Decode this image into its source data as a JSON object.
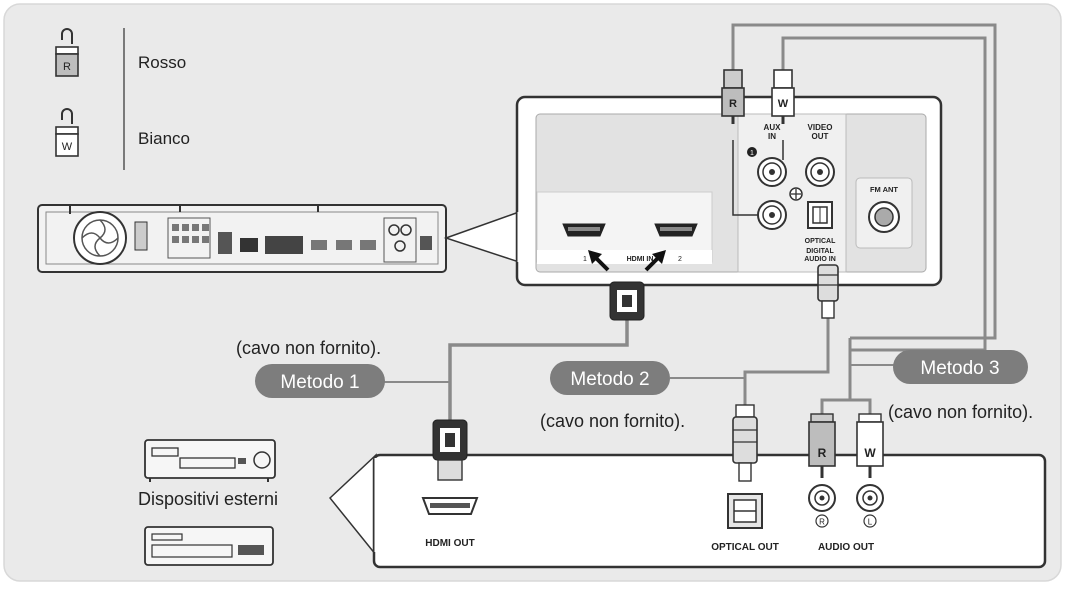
{
  "legend": {
    "red_plug_letter": "R",
    "red_label": "Rosso",
    "white_plug_letter": "W",
    "white_label": "Bianco"
  },
  "back_panel": {
    "aux_label_1": "AUX",
    "aux_label_2": "IN",
    "aux_index": "1",
    "video_label_1": "VIDEO",
    "video_label_2": "OUT",
    "hdmi_in_label": "HDMI IN",
    "hdmi_1_index": "1",
    "hdmi_2_index": "2",
    "optical_label": "OPTICAL",
    "digital_label_1": "DIGITAL",
    "digital_label_2": "AUDIO IN",
    "fm_label": "FM ANT"
  },
  "methods": {
    "method_1": "Metodo 1",
    "method_2": "Metodo 2",
    "method_3": "Metodo 3",
    "note_1": "(cavo non fornito).",
    "note_2": "(cavo non fornito).",
    "note_3": "(cavo non fornito)."
  },
  "external": {
    "label": "Dispositivi esterni",
    "hdmi_out": "HDMI OUT",
    "optical_out": "OPTICAL OUT",
    "audio_out": "AUDIO OUT",
    "jack_r": "R",
    "jack_l": "L"
  },
  "cable_plugs": {
    "top_r": "R",
    "top_w": "W",
    "bottom_r": "R",
    "bottom_w": "W"
  },
  "colors": {
    "background": "#eaeaea",
    "panel_fill": "#e2e2e2",
    "pill": "#7d7d7d",
    "cable": "#8a8a8a",
    "line": "#333333"
  }
}
